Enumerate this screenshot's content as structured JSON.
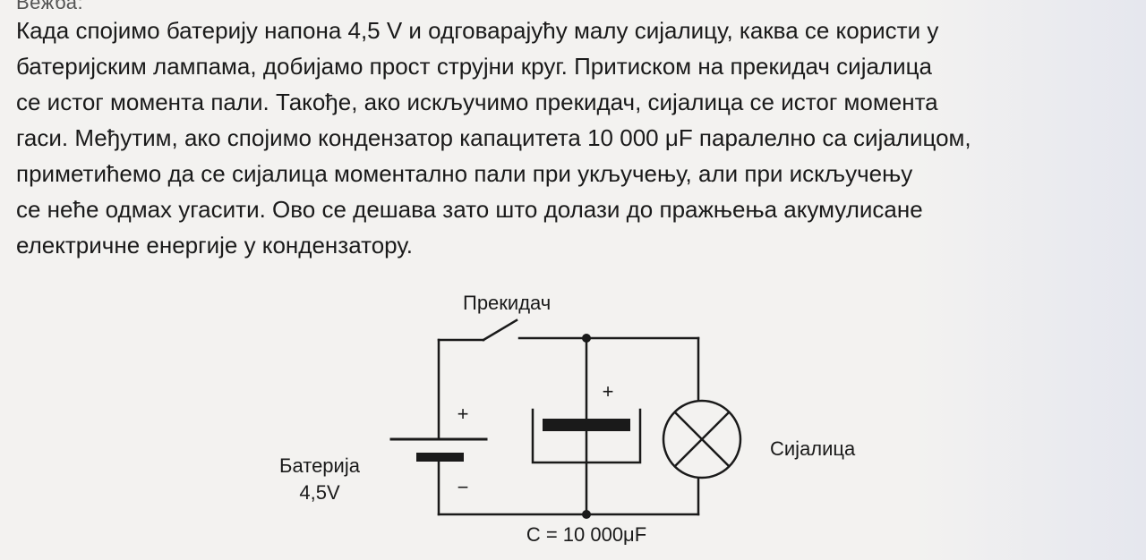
{
  "header_fragment": "Вежба:",
  "paragraph_lines": [
    "Када спојимо батерију напона 4,5 V и одговарајућу малу сијалицу, каква се користи у",
    "батеријским лампама, добијамо прост струјни круг. Притиском на прекидач сијалица",
    "се истог момента пали. Такође, ако искључимо прекидач, сијалица се истог момента",
    "гаси. Међутим, ако спојимо кондензатор капацитета 10 000 μF паралелно са сијалицом,",
    "приметићемо да се сијалица моментално пали при укључењу, али при искључењу",
    "се неће одмах угасити. Ово се дешава зато што долази до пражњења акумулисане",
    "електричне енергије у кондензатору."
  ],
  "diagram": {
    "switch_label": "Прекидач",
    "battery_label_line1": "Батерија",
    "battery_label_line2": "4,5V",
    "bulb_label": "Сијалица",
    "capacitor_label": "C = 10 000μF",
    "battery_plus": "+",
    "battery_minus": "−",
    "capacitor_plus": "+"
  }
}
